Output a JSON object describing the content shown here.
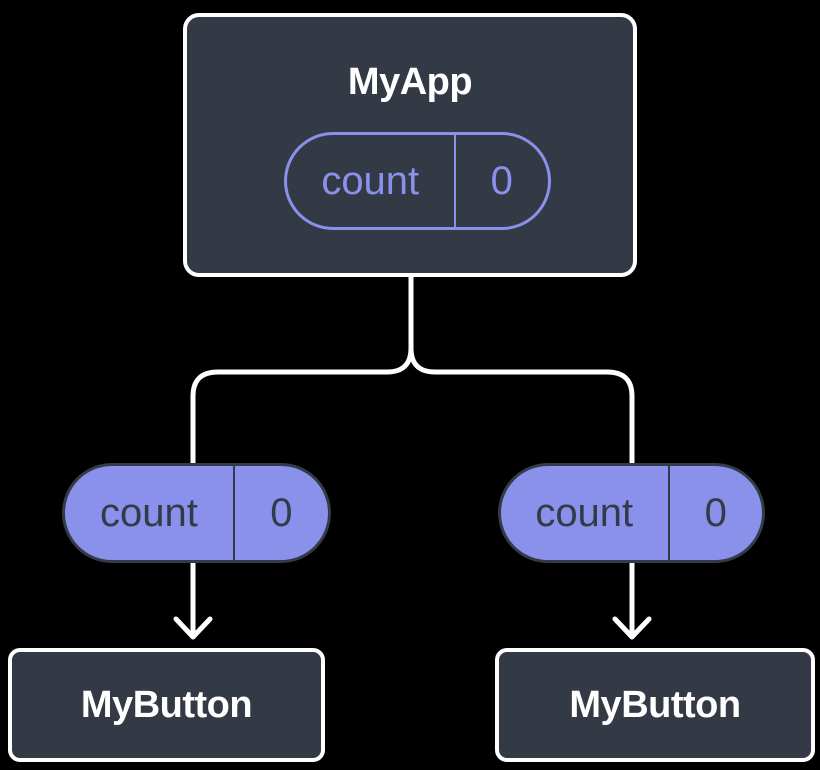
{
  "diagram": {
    "root": {
      "title": "MyApp",
      "state_pill": {
        "label": "count",
        "value": "0"
      }
    },
    "children": [
      {
        "title": "MyButton",
        "prop_pill": {
          "label": "count",
          "value": "0"
        }
      },
      {
        "title": "MyButton",
        "prop_pill": {
          "label": "count",
          "value": "0"
        }
      }
    ],
    "colors": {
      "background": "#000000",
      "node_fill": "#333a46",
      "node_border": "#ffffff",
      "accent_purple": "#8a91eb",
      "dark_ink": "#343b48",
      "title_text": "#ffffff",
      "connector": "#ffffff"
    }
  }
}
